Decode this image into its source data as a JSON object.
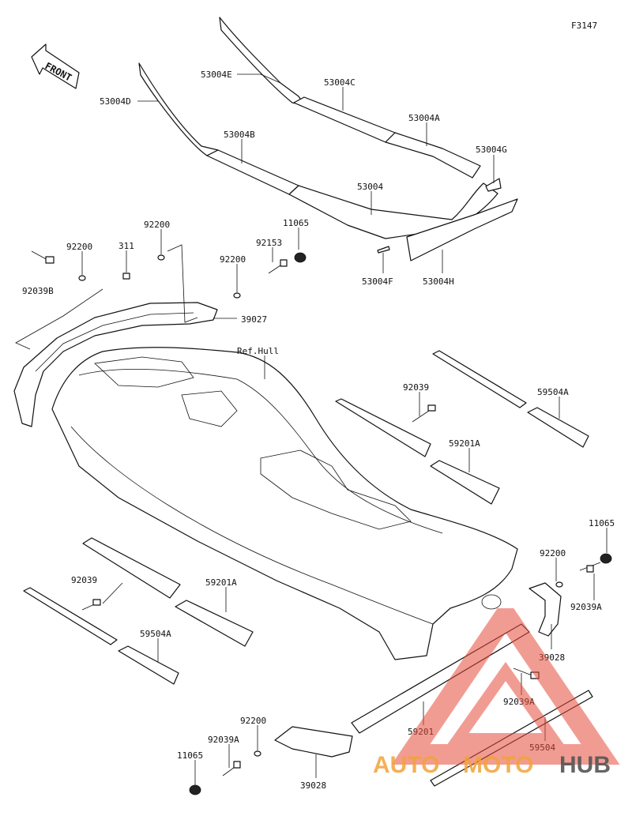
{
  "figure_code": "F3147",
  "direction_label": "FRONT",
  "reference_label": "Ref.Hull",
  "callouts": {
    "c53004E": "53004E",
    "c53004D": "53004D",
    "c53004C": "53004C",
    "c53004A": "53004A",
    "c53004B": "53004B",
    "c53004G": "53004G",
    "c53004": "53004",
    "c11065_top": "11065",
    "c92200_top": "92200",
    "c311": "311",
    "c92153": "92153",
    "c92200_left": "92200",
    "c92200_mid": "92200",
    "c53004F": "53004F",
    "c53004H": "53004H",
    "c92039B": "92039B",
    "c39027": "39027",
    "c92039_right": "92039",
    "c59504A_right": "59504A",
    "c59201A_right": "59201A",
    "c11065_right": "11065",
    "c92200_right": "92200",
    "c92039A_right": "92039A",
    "c39028_right": "39028",
    "c92039A_lower": "92039A",
    "c92039_left": "92039",
    "c59201A_left": "59201A",
    "c59504A_left": "59504A",
    "c59201": "59201",
    "c59504": "59504",
    "c92200_bottom": "92200",
    "c92039A_bottom": "92039A",
    "c11065_bottom": "11065",
    "c39028_bottom": "39028"
  },
  "watermark": {
    "part1": "AUTO",
    "part2": "MOTO",
    "part3": "HUB",
    "color_primary": "#f2a33a",
    "color_secondary": "#e74c3c",
    "color_dark": "#555555"
  }
}
